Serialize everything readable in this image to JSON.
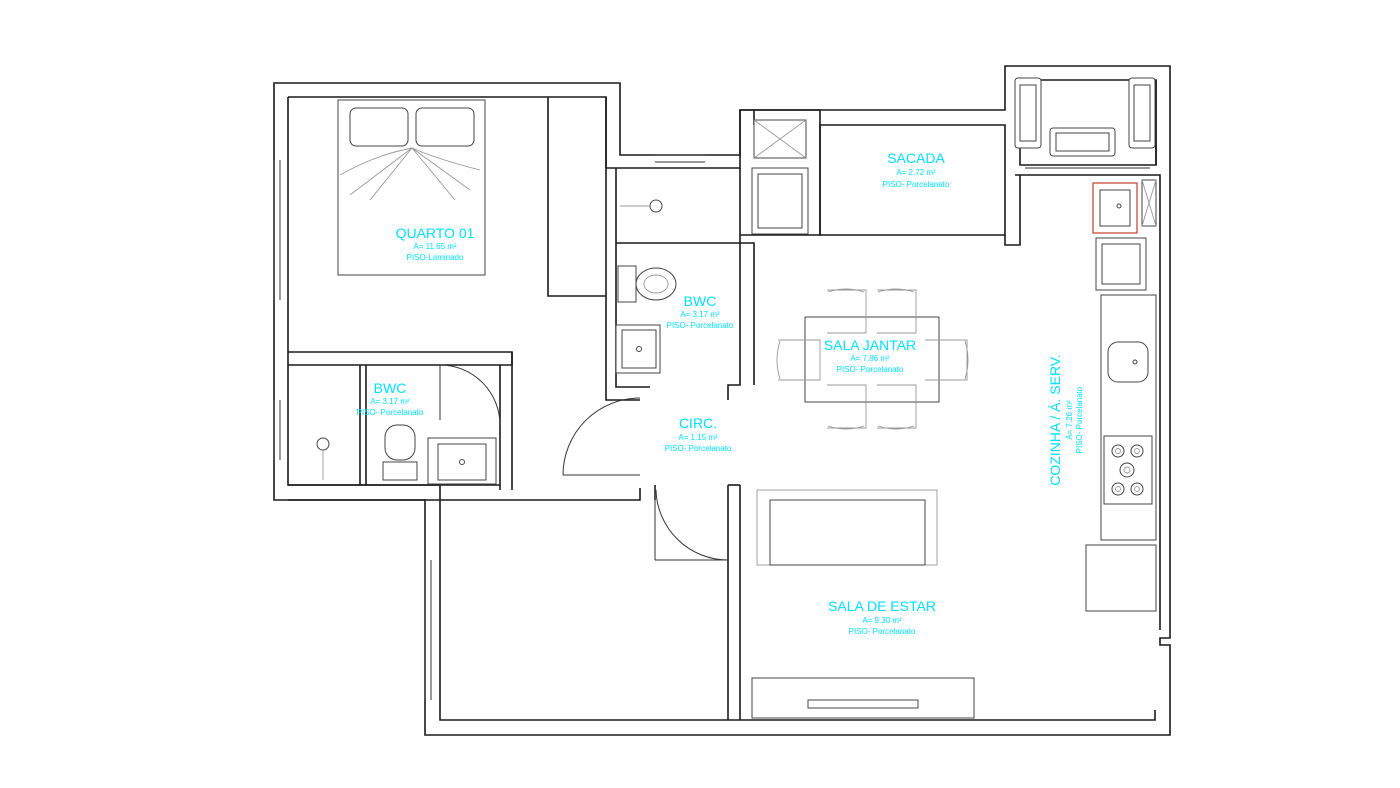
{
  "rooms": {
    "quarto01": {
      "name": "QUARTO 01",
      "area": "A= 11.65 m²",
      "floor": "PISO-Laminado"
    },
    "bwc1": {
      "name": "BWC",
      "area": "A= 3.17 m²",
      "floor": "PISO- Porcelanato"
    },
    "bwc2": {
      "name": "BWC",
      "area": "A= 3.17 m²",
      "floor": "PISO- Porcelanato"
    },
    "sacada": {
      "name": "SACADA",
      "area": "A= 2.72 m²",
      "floor": "PISO- Porcelanato"
    },
    "sala_jantar": {
      "name": "SALA JANTAR",
      "area": "A= 7.86 m²",
      "floor": "PISO- Porcelanato"
    },
    "circ": {
      "name": "CIRC.",
      "area": "A= 1.15 m²",
      "floor": "PISO- Porcelanato"
    },
    "cozinha": {
      "name": "COZINHA / Á. SERV.",
      "area": "A= 7.26 m²",
      "floor": "PISO- Porcelanato"
    },
    "sala_estar": {
      "name": "SALA DE ESTAR",
      "area": "A= 9.30 m²",
      "floor": "PISO- Porcelanato"
    }
  },
  "colors": {
    "label": "#00e0ff",
    "wall": "#1a1a1a",
    "laundry_sink_outline": "#c0402a"
  }
}
